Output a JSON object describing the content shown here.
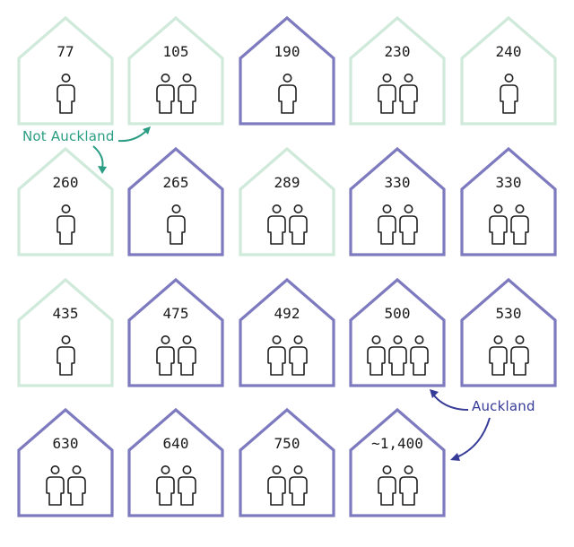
{
  "colors": {
    "not_auckland_outline": "#cfe9da",
    "auckland_outline": "#7d7abf",
    "not_auckland_label": "#2a9d83",
    "auckland_label": "#363b98",
    "person_stroke": "#1f1f1f"
  },
  "labels": {
    "not_auckland": "Not Auckland",
    "auckland": "Auckland"
  },
  "houses": [
    {
      "count": "77",
      "people": 1,
      "region": "not_auckland"
    },
    {
      "count": "105",
      "people": 2,
      "region": "not_auckland"
    },
    {
      "count": "190",
      "people": 1,
      "region": "auckland"
    },
    {
      "count": "230",
      "people": 2,
      "region": "not_auckland"
    },
    {
      "count": "240",
      "people": 1,
      "region": "not_auckland"
    },
    {
      "count": "260",
      "people": 1,
      "region": "not_auckland"
    },
    {
      "count": "265",
      "people": 1,
      "region": "auckland"
    },
    {
      "count": "289",
      "people": 2,
      "region": "not_auckland"
    },
    {
      "count": "330",
      "people": 2,
      "region": "auckland"
    },
    {
      "count": "330",
      "people": 2,
      "region": "auckland"
    },
    {
      "count": "435",
      "people": 1,
      "region": "not_auckland"
    },
    {
      "count": "475",
      "people": 2,
      "region": "auckland"
    },
    {
      "count": "492",
      "people": 2,
      "region": "auckland"
    },
    {
      "count": "500",
      "people": 3,
      "region": "auckland"
    },
    {
      "count": "530",
      "people": 2,
      "region": "auckland"
    },
    {
      "count": "630",
      "people": 2,
      "region": "auckland"
    },
    {
      "count": "640",
      "people": 2,
      "region": "auckland"
    },
    {
      "count": "750",
      "people": 2,
      "region": "auckland"
    },
    {
      "count": "~1,400",
      "people": 2,
      "region": "auckland"
    }
  ],
  "chart_data": {
    "type": "table",
    "title": "",
    "legend": [
      {
        "name": "Not Auckland",
        "color": "#cfe9da"
      },
      {
        "name": "Auckland",
        "color": "#7d7abf"
      }
    ],
    "columns": [
      "value",
      "people",
      "region"
    ],
    "rows": [
      [
        77,
        1,
        "Not Auckland"
      ],
      [
        105,
        2,
        "Not Auckland"
      ],
      [
        190,
        1,
        "Auckland"
      ],
      [
        230,
        2,
        "Not Auckland"
      ],
      [
        240,
        1,
        "Not Auckland"
      ],
      [
        260,
        1,
        "Not Auckland"
      ],
      [
        265,
        1,
        "Auckland"
      ],
      [
        289,
        2,
        "Not Auckland"
      ],
      [
        330,
        2,
        "Auckland"
      ],
      [
        330,
        2,
        "Auckland"
      ],
      [
        435,
        1,
        "Not Auckland"
      ],
      [
        475,
        2,
        "Auckland"
      ],
      [
        492,
        2,
        "Auckland"
      ],
      [
        500,
        3,
        "Auckland"
      ],
      [
        530,
        2,
        "Auckland"
      ],
      [
        630,
        2,
        "Auckland"
      ],
      [
        640,
        2,
        "Auckland"
      ],
      [
        750,
        2,
        "Auckland"
      ],
      [
        1400,
        2,
        "Auckland"
      ]
    ],
    "annotations": [
      {
        "text": "Not Auckland",
        "points_to": [
          "105",
          "260"
        ]
      },
      {
        "text": "Auckland",
        "points_to": [
          "500",
          "~1,400"
        ]
      }
    ]
  }
}
